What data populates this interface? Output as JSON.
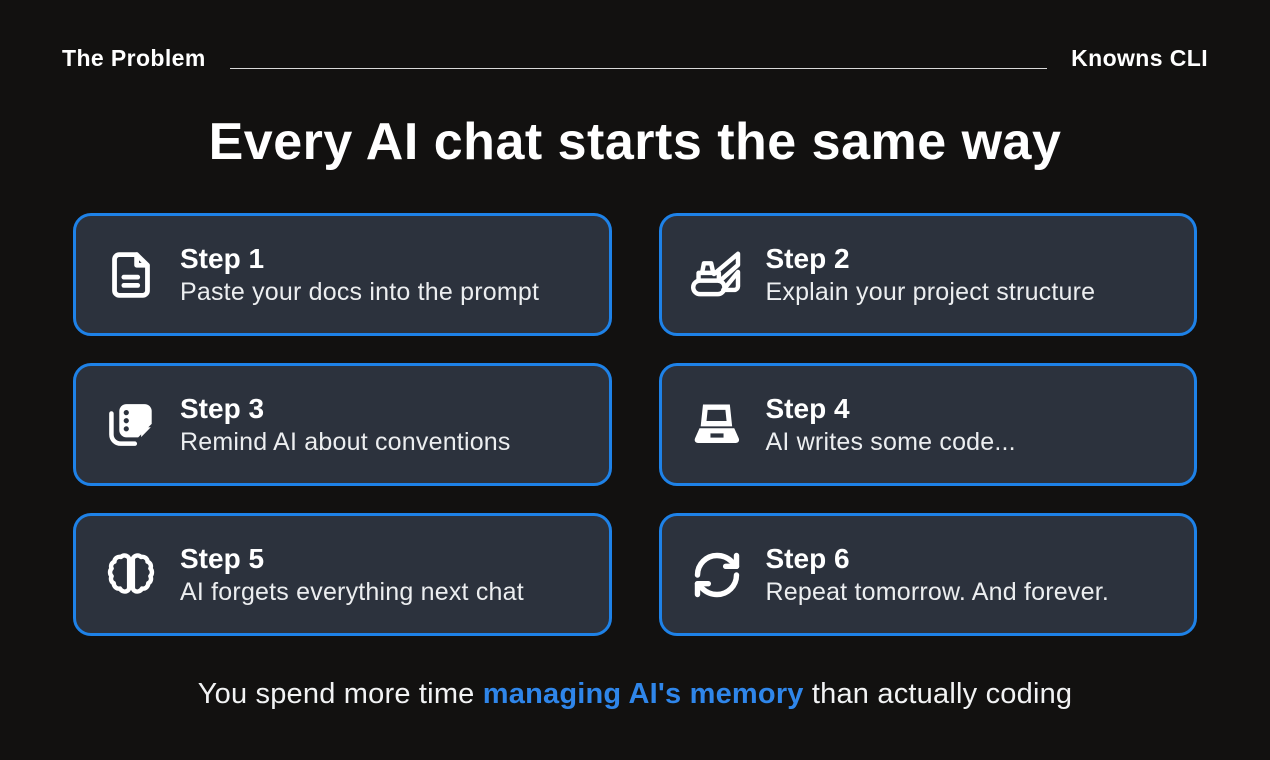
{
  "colors": {
    "page_bg": "#121110",
    "card_bg": "#2c323d",
    "card_border_blue": "#1e82e8",
    "footer_highlight_blue": "#2f86ea",
    "text_white": "#ffffff",
    "text_soft_white": "#eceef0"
  },
  "header": {
    "left_label": "The Problem",
    "right_label": "Knowns CLI"
  },
  "title": "Every AI chat starts the same way",
  "steps": [
    {
      "icon": "document-icon",
      "title": "Step 1",
      "desc": "Paste your docs into the prompt"
    },
    {
      "icon": "excavator-icon",
      "title": "Step 2",
      "desc": "Explain your project structure"
    },
    {
      "icon": "notes-icon",
      "title": "Step 3",
      "desc": "Remind AI about conventions"
    },
    {
      "icon": "laptop-icon",
      "title": "Step 4",
      "desc": "AI writes some code..."
    },
    {
      "icon": "brain-icon",
      "title": "Step 5",
      "desc": "AI forgets everything next chat"
    },
    {
      "icon": "sync-icon",
      "title": "Step 6",
      "desc": "Repeat tomorrow. And forever."
    }
  ],
  "footer": {
    "before": "You spend more time ",
    "highlight": "managing AI's memory",
    "after": " than actually coding"
  }
}
